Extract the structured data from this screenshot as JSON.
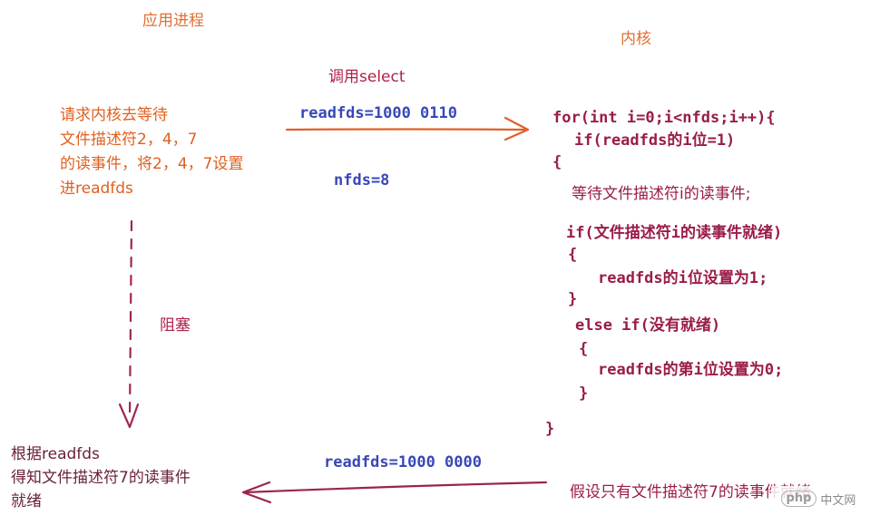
{
  "labels": {
    "app_process": "应用进程",
    "kernel": "内核",
    "call_select": "调用select",
    "request_line1": "请求内核去等待",
    "request_line2": "文件描述符2，4，7",
    "request_line3": "的读事件，将2，4，7设置",
    "request_line4": "进readfds",
    "readfds_in": "readfds=1000 0110",
    "nfds": "nfds=8",
    "blocked": "阻塞",
    "readfds_out": "readfds=1000 0000",
    "result_line1": "根据readfds",
    "result_line2": "得知文件描述符7的读事件",
    "result_line3": "就绪",
    "assume": "假设只有文件描述符7的读事件就绪"
  },
  "code": {
    "line1": "for(int i=0;i<nfds;i++){",
    "line2": "if(readfds的i位=1)",
    "line3": "{",
    "line4": "等待文件描述符i的读事件;",
    "line5": "if(文件描述符i的读事件就绪)",
    "line6": "{",
    "line7": "readfds的i位设置为1;",
    "line8": "}",
    "line9": "else if(没有就绪)",
    "line10": "{",
    "line11": "readfds的第i位设置为0;",
    "line12": "}",
    "line13": "}"
  },
  "watermark": {
    "logo": "php",
    "text": "中文网"
  },
  "colors": {
    "orange": "#e06020",
    "blue": "#3848b8",
    "code": "#9a1c4a",
    "arrow_right": "#e0602a",
    "arrow_left": "#9a2450",
    "dashed": "#a02850"
  }
}
